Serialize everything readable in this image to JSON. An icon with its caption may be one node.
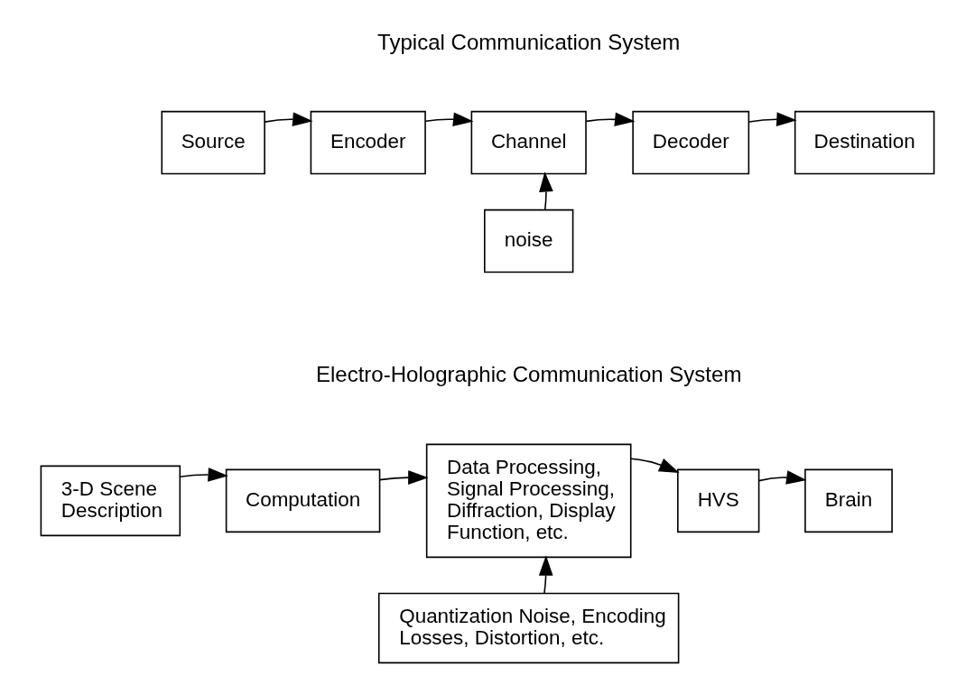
{
  "diagram": {
    "nodes": [
      {
        "text": [
          "Source"
        ]
      },
      {
        "text": [
          "Encoder"
        ]
      },
      {
        "text": [
          "Channel"
        ]
      },
      {
        "text": [
          "Decoder"
        ]
      },
      {
        "text": [
          "Destination"
        ]
      },
      {
        "text": [
          "noise"
        ]
      },
      {
        "text": [
          "3-D Scene Description"
        ]
      },
      {
        "text": [
          "Computation"
        ]
      },
      {
        "text": [
          "Data Processing, Signal Processing, Diffraction, Display Function, etc."
        ]
      },
      {
        "text": [
          "HVS"
        ]
      },
      {
        "text": [
          "Brain"
        ]
      },
      {
        "text": [
          "Quantization Noise, Encoding Losses, Distortion, etc."
        ]
      }
    ],
    "edges": [
      {
        "from": 0,
        "to": 1,
        "arrow": "to"
      },
      {
        "from": 1,
        "to": 2,
        "arrow": "to"
      },
      {
        "from": 2,
        "to": 3,
        "arrow": "to"
      },
      {
        "from": 3,
        "to": 4,
        "arrow": "to"
      },
      {
        "from": 5,
        "to": 2,
        "arrow": "to"
      },
      {
        "from": 6,
        "to": 7,
        "arrow": "to"
      },
      {
        "from": 7,
        "to": 8,
        "arrow": "to"
      },
      {
        "from": 8,
        "to": 9,
        "arrow": "to"
      },
      {
        "from": 9,
        "to": 10,
        "arrow": "to"
      },
      {
        "from": 11,
        "to": 8,
        "arrow": "to"
      }
    ],
    "labels": [
      "Typical Communication System",
      "Electro-Holographic Communication System"
    ]
  }
}
